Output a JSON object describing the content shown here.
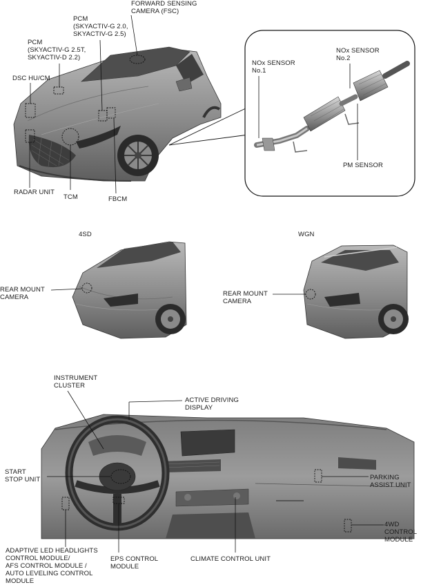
{
  "labels": {
    "fsc": "FORWARD SENSING\nCAMERA (FSC)",
    "pcm_g20": "PCM\n(SKYACTIV-G 2.0,\nSKYACTIV-G 2.5)",
    "pcm_g25t": "PCM\n(SKYACTIV-G 2.5T,\nSKYACTIV-D 2.2)",
    "dsc": "DSC HU/CM",
    "radar": "RADAR UNIT",
    "tcm": "TCM",
    "fbcm": "FBCM",
    "nox1": "NOx SENSOR\nNo.1",
    "nox2": "NOx SENSOR\nNo.2",
    "pm": "PM SENSOR",
    "variant_4sd": "4SD",
    "variant_wgn": "WGN",
    "rear_cam_4sd": "REAR MOUNT\nCAMERA",
    "rear_cam_wgn": "REAR MOUNT\nCAMERA",
    "instrument": "INSTRUMENT\nCLUSTER",
    "active_display": "ACTIVE DRIVING\nDISPLAY",
    "start_stop": "START\nSTOP UNIT",
    "parking": "PARKING\nASSIST UNIT",
    "adaptive_led": "ADAPTIVE LED HEADLIGHTS\nCONTROL MODULE/\nAFS CONTROL MODULE /\nAUTO LEVELING CONTROL\nMODULE",
    "eps": "EPS CONTROL\nMODULE",
    "climate": "CLIMATE CONTROL UNIT",
    "awd": "4WD\nCONTROL\nMODULE"
  },
  "colors": {
    "car_body": "#8e8e8e",
    "car_dark": "#5a5a5a",
    "car_light": "#c4c4c4",
    "line": "#222222"
  }
}
